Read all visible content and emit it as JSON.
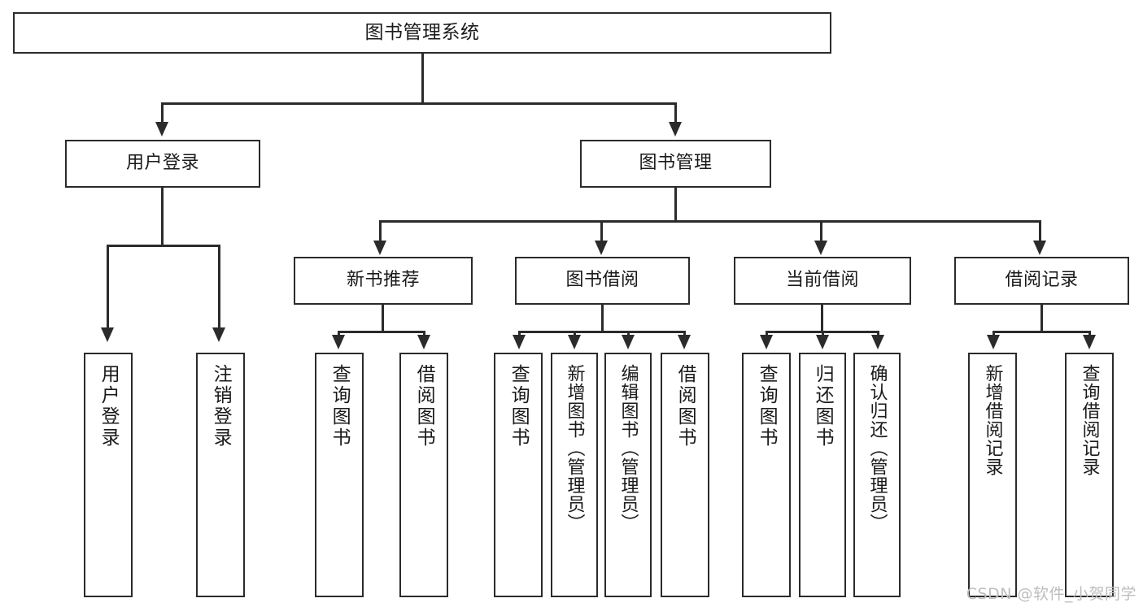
{
  "diagram": {
    "type": "tree",
    "title": "图书管理系统",
    "watermark": "CSDN @软件_小贺同学",
    "colors": {
      "background": "#ffffff",
      "box_border": "#2b2b2b",
      "box_fill": "#ffffff",
      "text": "#1a1a1a",
      "connector": "#2b2b2b",
      "watermark": "#bdbdbd"
    }
  },
  "nodes": {
    "root": {
      "label": "图书管理系统",
      "level": 0
    },
    "level1": [
      {
        "id": "user-login",
        "label": "用户登录"
      },
      {
        "id": "book-manage",
        "label": "图书管理"
      }
    ],
    "level2": [
      {
        "id": "new-book-rec",
        "label": "新书推荐",
        "parent": "book-manage"
      },
      {
        "id": "book-borrow",
        "label": "图书借阅",
        "parent": "book-manage"
      },
      {
        "id": "current-borrow",
        "label": "当前借阅",
        "parent": "book-manage"
      },
      {
        "id": "borrow-record",
        "label": "借阅记录",
        "parent": "book-manage"
      }
    ],
    "leaves": [
      {
        "id": "leaf-user-login",
        "label": "用户登录",
        "parent": "user-login"
      },
      {
        "id": "leaf-user-logout",
        "label": "注销登录",
        "parent": "user-login"
      },
      {
        "id": "leaf-query-book-1",
        "label": "查询图书",
        "parent": "new-book-rec"
      },
      {
        "id": "leaf-borrow-book-1",
        "label": "借阅图书",
        "parent": "new-book-rec"
      },
      {
        "id": "leaf-query-book-2",
        "label": "查询图书",
        "parent": "book-borrow"
      },
      {
        "id": "leaf-add-book",
        "label": "新增图书（管理员）",
        "parent": "book-borrow"
      },
      {
        "id": "leaf-edit-book",
        "label": "编辑图书（管理员）",
        "parent": "book-borrow"
      },
      {
        "id": "leaf-borrow-book-2",
        "label": "借阅图书",
        "parent": "book-borrow"
      },
      {
        "id": "leaf-query-book-3",
        "label": "查询图书",
        "parent": "current-borrow"
      },
      {
        "id": "leaf-return-book",
        "label": "归还图书",
        "parent": "current-borrow"
      },
      {
        "id": "leaf-confirm-return",
        "label": "确认归还（管理员）",
        "parent": "current-borrow"
      },
      {
        "id": "leaf-add-record",
        "label": "新增借阅记录",
        "parent": "borrow-record"
      },
      {
        "id": "leaf-query-record",
        "label": "查询借阅记录",
        "parent": "borrow-record"
      }
    ]
  }
}
